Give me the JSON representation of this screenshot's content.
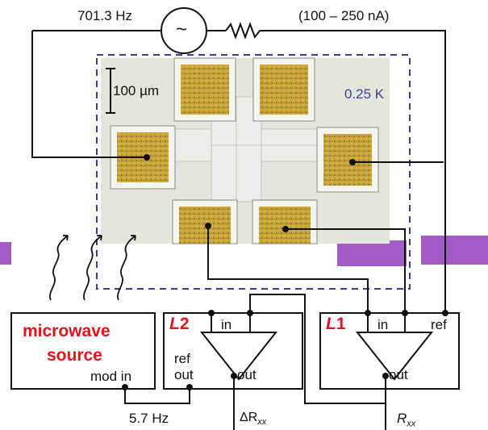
{
  "source": {
    "frequency": "701.3 Hz",
    "symbol": "~",
    "current": "(100 – 250 nA)"
  },
  "sample": {
    "scale_bar": "100 µm",
    "temperature": "0.25 K"
  },
  "microwave": {
    "line1": "microwave",
    "line2": "source",
    "mod_in": "mod in"
  },
  "lockin_2": {
    "name_letter": "L",
    "name_number": "2",
    "input": "in",
    "ref": "ref",
    "ref_out": "out",
    "output": "out"
  },
  "lockin_1": {
    "name_letter": "L",
    "name_number": "1",
    "input": "in",
    "ref": "ref",
    "output": "out"
  },
  "mod_frequency": "5.7 Hz",
  "outputs": {
    "delta_symbol": "ΔR",
    "delta_subscript": "xx",
    "r_symbol": "R",
    "r_subscript": "xx"
  },
  "colors": {
    "wire": "#111111",
    "label_red": "#e8121a",
    "frame_blue": "#3c3c9c",
    "pad_gold": "#b8982c",
    "purple_strip": "#a15cc6"
  }
}
